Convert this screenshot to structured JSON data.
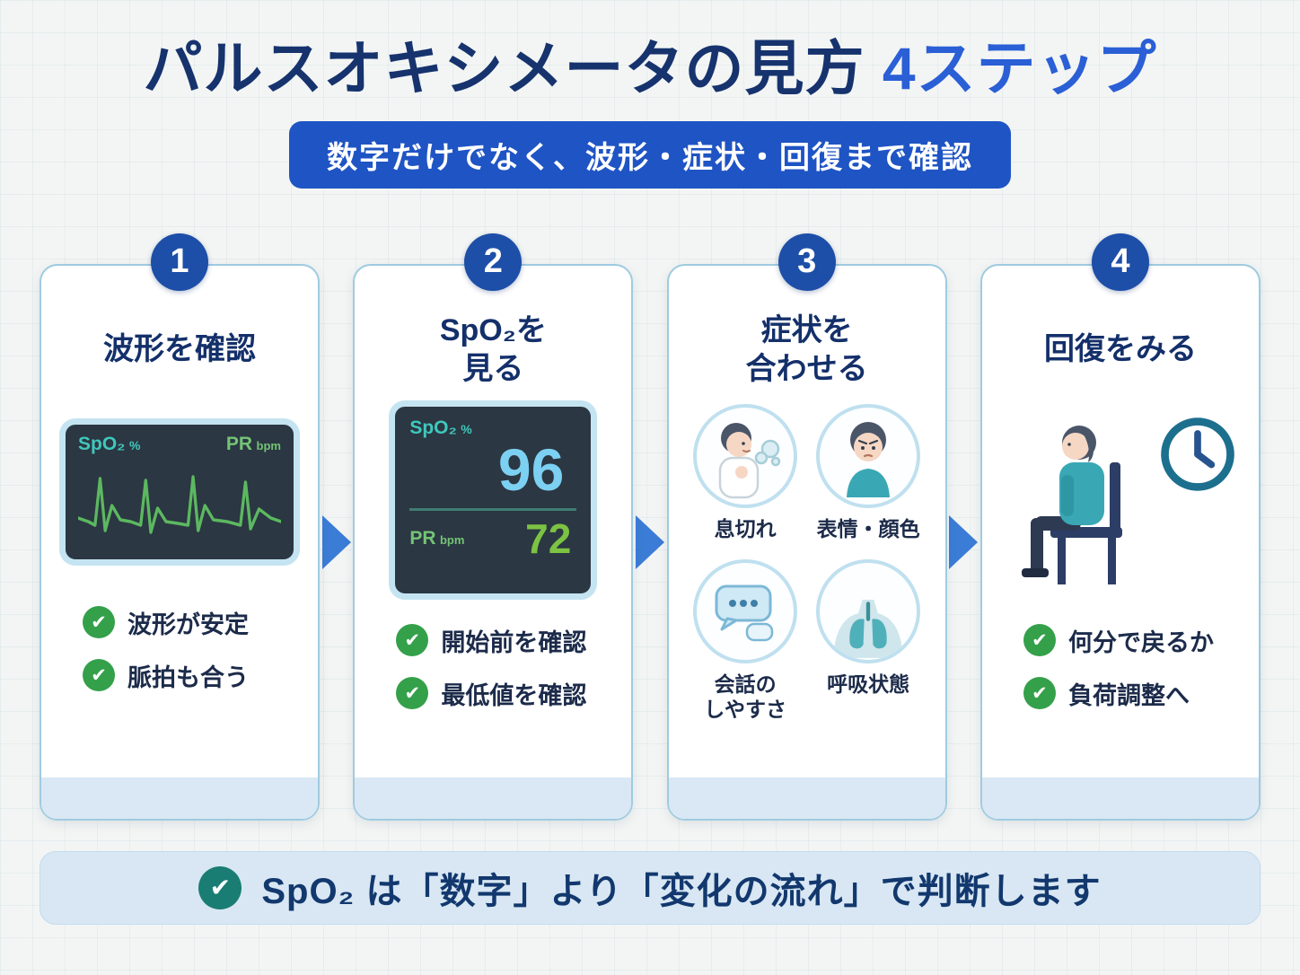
{
  "header": {
    "title_main": "パルスオキシメータの見方",
    "title_highlight": "4ステップ",
    "subtitle": "数字だけでなく、波形・症状・回復まで確認"
  },
  "icons": {
    "check": "✔"
  },
  "steps": [
    {
      "number": "1",
      "title": "波形を確認",
      "monitor": {
        "spo2_label": "SpO₂",
        "spo2_unit": "%",
        "pr_label": "PR",
        "pr_unit": "bpm"
      },
      "checks": [
        "波形が安定",
        "脈拍も合う"
      ]
    },
    {
      "number": "2",
      "title": "SpO₂を\n見る",
      "monitor": {
        "spo2_label": "SpO₂",
        "spo2_unit": "%",
        "spo2_value": "96",
        "pr_label": "PR",
        "pr_unit": "bpm",
        "pr_value": "72"
      },
      "checks": [
        "開始前を確認",
        "最低値を確認"
      ]
    },
    {
      "number": "3",
      "title": "症状を\n合わせる",
      "symptoms": [
        {
          "label": "息切れ",
          "icon": "shortness-of-breath-icon"
        },
        {
          "label": "表情・顔色",
          "icon": "facial-expression-icon"
        },
        {
          "label": "会話の\nしやすさ",
          "icon": "speech-bubbles-icon"
        },
        {
          "label": "呼吸状態",
          "icon": "lungs-icon"
        }
      ]
    },
    {
      "number": "4",
      "title": "回復をみる",
      "illustration_icons": [
        "sitting-person-icon",
        "clock-icon"
      ],
      "checks": [
        "何分で戻るか",
        "負荷調整へ"
      ]
    }
  ],
  "footer": {
    "text": "SpO₂ は「数字」より「変化の流れ」で判断します"
  },
  "colors": {
    "title_navy": "#16336e",
    "accent_blue": "#2a5fd6",
    "banner_blue": "#1f54c4",
    "card_border": "#9fcbe0",
    "check_green": "#34a04a",
    "monitor_bg": "#2b3742",
    "spo2_teal": "#3fc8bc",
    "pr_green": "#74c476",
    "spo2_value_blue": "#7cd0f2",
    "pr_value_green": "#7cc243",
    "arrow_blue": "#3b7cd6",
    "footer_check_teal": "#1a7d74"
  }
}
